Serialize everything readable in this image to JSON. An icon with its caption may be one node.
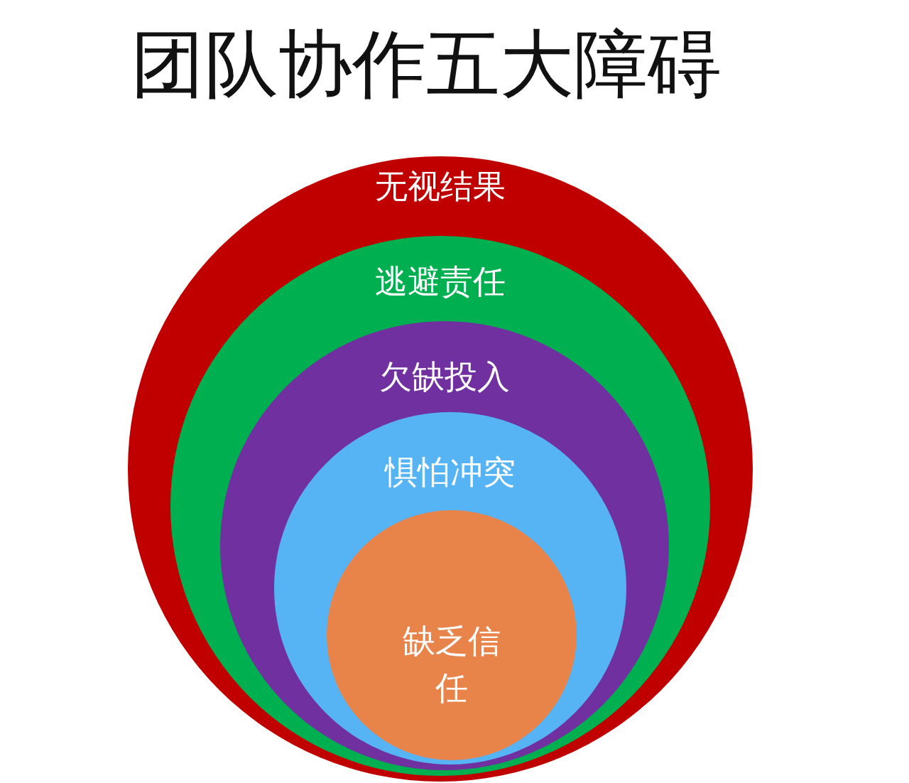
{
  "diagram": {
    "title": "团队协作五大障碍",
    "nodes": [
      {
        "text": [
          "无视结果"
        ]
      },
      {
        "text": [
          "逃避责任"
        ],
        "in": 0
      },
      {
        "text": [
          "欠缺投入"
        ],
        "in": 1
      },
      {
        "text": [
          "惧怕冲突"
        ],
        "in": 2
      },
      {
        "text": [
          "缺乏信任"
        ],
        "in": 3
      }
    ]
  }
}
